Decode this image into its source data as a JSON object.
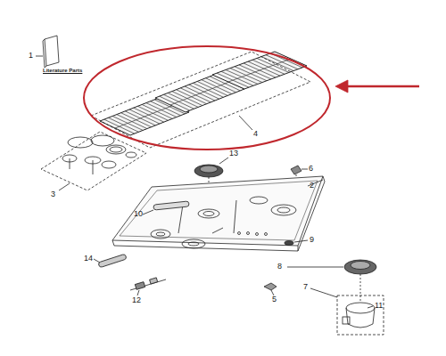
{
  "diagram": {
    "labels": [
      "1",
      "Literature Parts",
      "4",
      "13",
      "6",
      "2",
      "3",
      "10",
      "9",
      "14",
      "8",
      "7",
      "5",
      "12",
      "11"
    ]
  }
}
